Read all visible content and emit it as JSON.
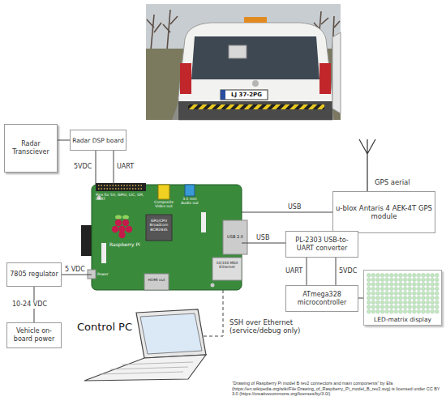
{
  "diagram": {
    "nodes": [
      {
        "text": [
          "Radar Transciever"
        ]
      },
      {
        "text": [
          "Radar DSP board"
        ]
      },
      {
        "text": [
          "Raspberry Pi"
        ]
      },
      {
        "text": [
          "u-blox Antaris 4 AEK-4T GPS module"
        ]
      },
      {
        "text": [
          "PL-2303 USB-to-UART converter"
        ]
      },
      {
        "text": [
          "7805 regulator"
        ]
      },
      {
        "text": [
          "ATmega328 microcontroller"
        ]
      },
      {
        "text": [
          "LED-matrix display"
        ]
      },
      {
        "text": [
          "Vehicle on-board power"
        ]
      },
      {
        "text": [
          "Control PC"
        ]
      }
    ],
    "edges": [
      {
        "from": 0,
        "to": 1,
        "arrow": "none"
      },
      {
        "from": 1,
        "to": 2,
        "label": "5VDC",
        "arrow": "none"
      },
      {
        "from": 1,
        "to": 2,
        "label": "UART",
        "arrow": "none"
      },
      {
        "from": 2,
        "to": 3,
        "label": "USB",
        "arrow": "none"
      },
      {
        "from": 2,
        "to": 4,
        "label": "USB",
        "arrow": "none"
      },
      {
        "from": 4,
        "to": 6,
        "label": "UART",
        "arrow": "none"
      },
      {
        "from": 4,
        "to": 6,
        "label": "5VDC",
        "arrow": "none"
      },
      {
        "from": 5,
        "to": 2,
        "label": "5 VDC",
        "arrow": "none"
      },
      {
        "from": 8,
        "to": 5,
        "label": "10-24 VDC",
        "arrow": "none"
      },
      {
        "from": 6,
        "to": 7,
        "arrow": "none"
      },
      {
        "from": 2,
        "to": 9,
        "label": "SSH over Ethernet (service/debug only)",
        "arrow": "none"
      }
    ],
    "labels": [
      "LJ 37-2PG",
      "GPS aerial",
      "Pins for 5V, GPIO, I2C, SPI, UART",
      "Composite Video out",
      "3.5 mm Audio out",
      "GPU/CPU Broadcom BCM2835",
      "USB 2.0",
      "10/100 Mbit Ethernet",
      "HDMI out",
      "Power",
      "“Drawing of Raspberry Pi model B rev2 connectors and main components” by Efa (https://en.wikipedia.org/wiki/File:Drawing_of_Raspberry_Pi_model_B_rev2.svg) is licensed under CC BY 3.0 (https://creativecommons.org/licenses/by/3.0/)"
    ]
  }
}
